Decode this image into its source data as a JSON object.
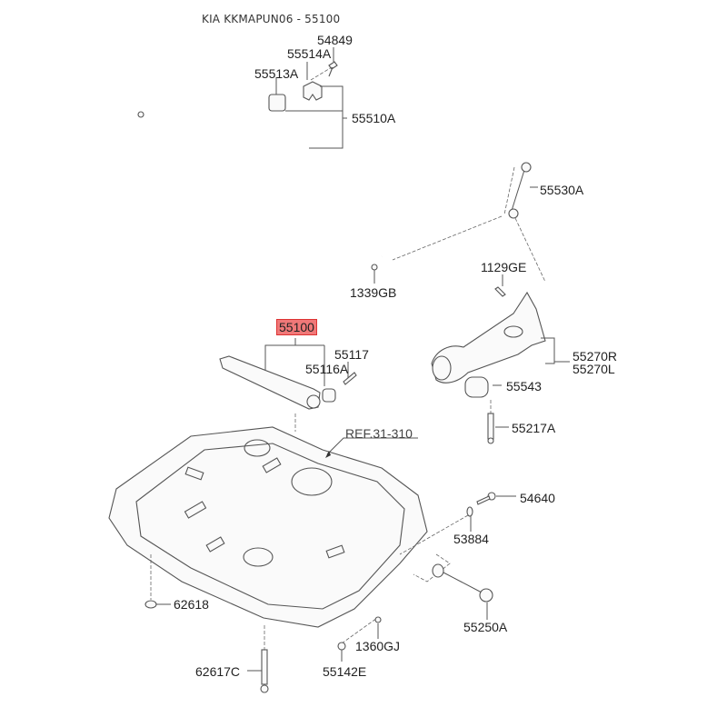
{
  "title": "KIA KKMAPUN06 - 55100",
  "highlight_color": "#f07878",
  "labels": {
    "p54849": "54849",
    "p55514A": "55514A",
    "p55513A": "55513A",
    "p55510A": "55510A",
    "p55530A": "55530A",
    "p1339GB": "1339GB",
    "p1129GE": "1129GE",
    "p55100": "55100",
    "p55117": "55117",
    "p55116A": "55116A",
    "p55270R": "55270R",
    "p55270L": "55270L",
    "p55543": "55543",
    "p55217A": "55217A",
    "ref": "REF.31-310",
    "p54640": "54640",
    "p53884": "53884",
    "p62618": "62618",
    "p55250A": "55250A",
    "p1360GJ": "1360GJ",
    "p62617C": "62617C",
    "p55142E": "55142E"
  }
}
